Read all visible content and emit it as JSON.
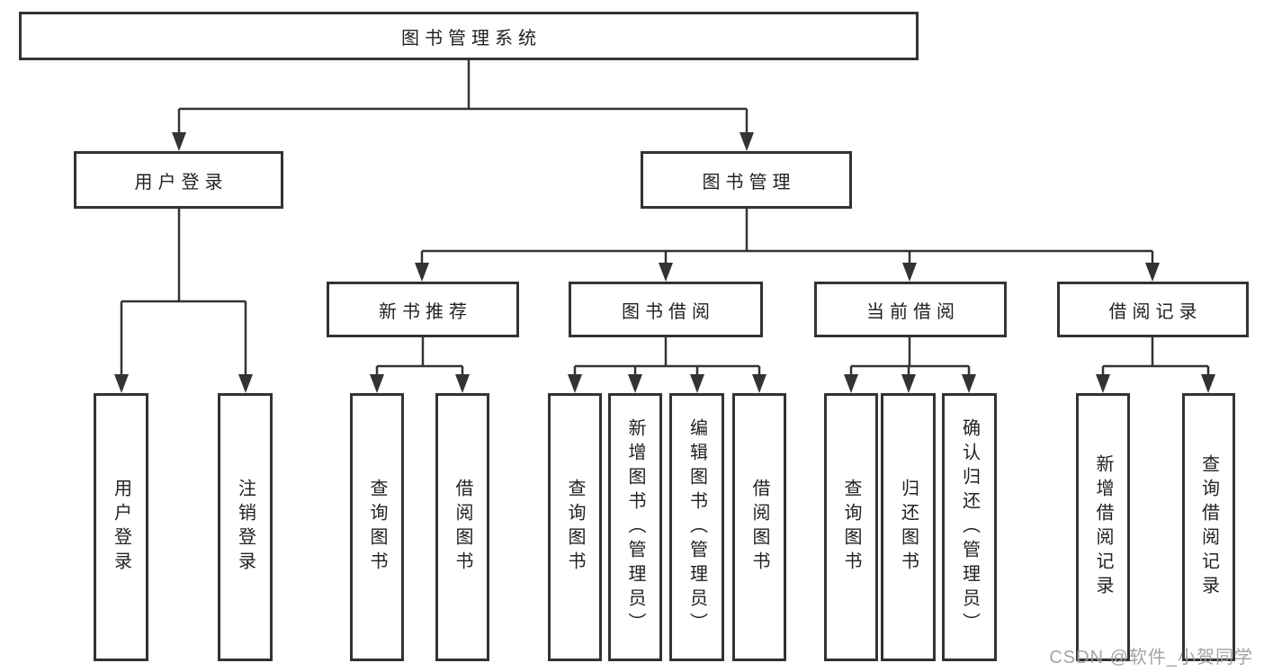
{
  "tree": {
    "root": "图书管理系统",
    "branches": [
      {
        "label": "用户登录",
        "children": [
          "用户登录",
          "注销登录"
        ]
      },
      {
        "label": "图书管理",
        "groups": [
          {
            "label": "新书推荐",
            "children": [
              "查询图书",
              "借阅图书"
            ]
          },
          {
            "label": "图书借阅",
            "children": [
              "查询图书",
              "新增图书（管理员）",
              "编辑图书（管理员）",
              "借阅图书"
            ]
          },
          {
            "label": "当前借阅",
            "children": [
              "查询图书",
              "归还图书",
              "确认归还（管理员）"
            ]
          },
          {
            "label": "借阅记录",
            "children": [
              "新增借阅记录",
              "查询借阅记录"
            ]
          }
        ]
      }
    ]
  },
  "watermark": {
    "text": "CSDN @软件_小贺同学"
  },
  "colors": {
    "line": "#333333",
    "text": "#222222",
    "background": "#ffffff",
    "watermark": "#9e9e9e"
  }
}
